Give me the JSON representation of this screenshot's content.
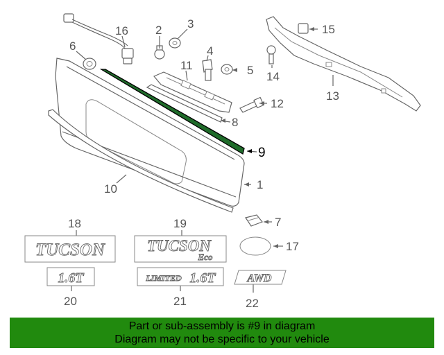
{
  "callouts": {
    "c1": "1",
    "c2": "2",
    "c3": "3",
    "c4": "4",
    "c5": "5",
    "c6": "6",
    "c7": "7",
    "c8": "8",
    "c9": "9",
    "c10": "10",
    "c11": "11",
    "c12": "12",
    "c13": "13",
    "c14": "14",
    "c15": "15",
    "c16": "16",
    "c17": "17",
    "c18": "18",
    "c19": "19",
    "c20": "20",
    "c21": "21",
    "c22": "22"
  },
  "emblems": {
    "tucson": "TUCSON",
    "tucson_eco_main": "TUCSON",
    "tucson_eco_sub": "Eco",
    "badge_16t": "1.6T",
    "limited_word": "LIMITED",
    "limited_16t": "1.6T",
    "awd": "AWD"
  },
  "highlight_part": "9",
  "colors": {
    "highlight_strip": "#1f6b2a",
    "banner_bg": "#218a0e",
    "line_art": "#666666"
  },
  "banner": {
    "line1": "Part or sub-assembly is #9 in diagram",
    "line2": "Diagram may not be specific to your vehicle"
  }
}
